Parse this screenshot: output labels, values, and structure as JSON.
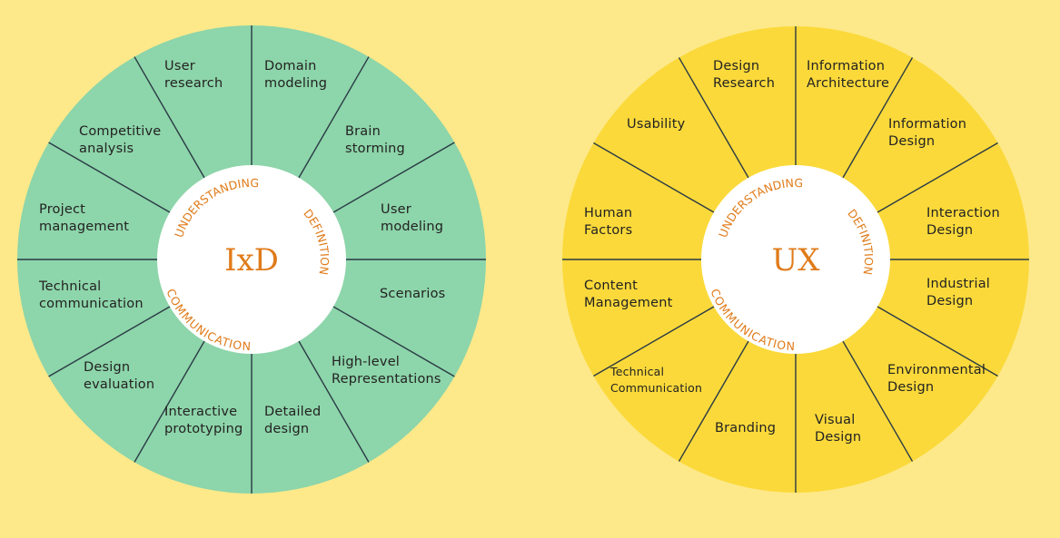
{
  "colors": {
    "background": "#fde98a",
    "ixd_fill": "#8dd5aa",
    "ux_fill": "#fbd93a",
    "center": "#ffffff",
    "accent": "#e07b1a",
    "spoke": "#2a3a44"
  },
  "ixd": {
    "title": "IxD",
    "arcs": {
      "understanding": "UNDERSTANDING",
      "definition": "DEFINITION",
      "communication": "COMMUNICATION"
    },
    "segments": [
      "User\nresearch",
      "Domain\nmodeling",
      "Competitive\nanalysis",
      "Brain\nstorming",
      "Project\nmanagement",
      "User\nmodeling",
      "Technical\ncommunication",
      "Scenarios",
      "Design\nevaluation",
      "High-level\nRepresentations",
      "Interactive\nprototyping",
      "Detailed\ndesign"
    ]
  },
  "ux": {
    "title": "UX",
    "arcs": {
      "understanding": "UNDERSTANDING",
      "definition": "DEFINITION",
      "communication": "COMMUNICATION"
    },
    "segments": [
      "Design\nResearch",
      "Information\nArchitecture",
      "Usability",
      "Information\nDesign",
      "Human\nFactors",
      "Interaction\nDesign",
      "Content\nManagement",
      "Industrial\nDesign",
      "Technical\nCommunication",
      "Environmental\nDesign",
      "Branding",
      "Visual\nDesign"
    ]
  }
}
